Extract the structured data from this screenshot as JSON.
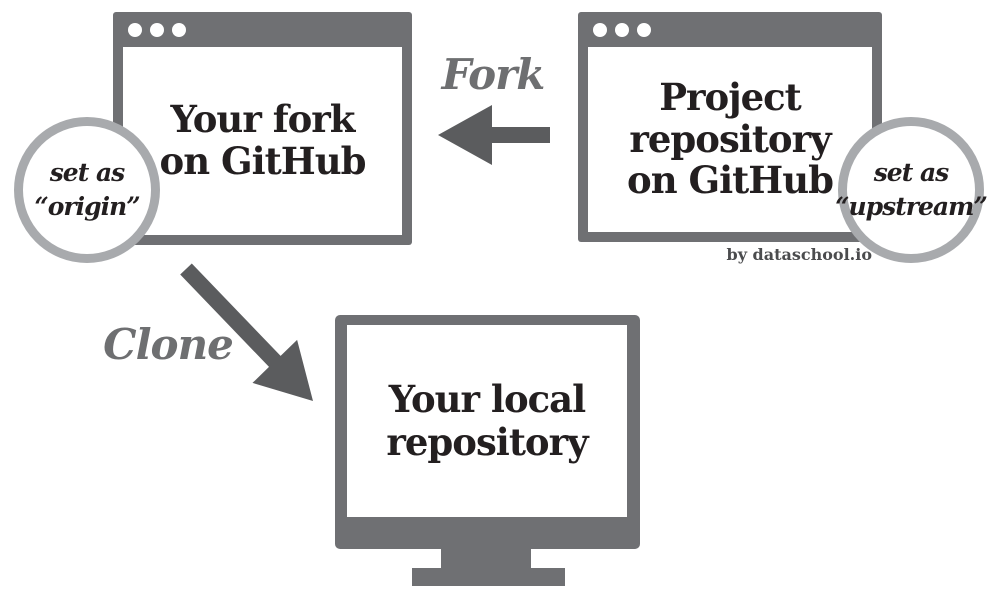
{
  "fork_window": {
    "title_lines": [
      "Your fork",
      "on GitHub"
    ],
    "badge": {
      "lines": [
        "set as",
        "“origin”"
      ]
    }
  },
  "project_window": {
    "title_lines": [
      "Project",
      "repository",
      "on GitHub"
    ],
    "badge": {
      "lines": [
        "set as",
        "“upstream”"
      ]
    },
    "credit": "by dataschool.io"
  },
  "local_repository": {
    "title_lines": [
      "Your local",
      "repository"
    ]
  },
  "labels": {
    "fork": "Fork",
    "clone": "Clone"
  },
  "icons": {
    "window_dots": "window-control-dots",
    "fork_arrow": "left-arrow",
    "clone_arrow": "down-right-arrow"
  },
  "colors": {
    "window_gray": "#6f7073",
    "arrow_gray": "#5b5c5e",
    "label_gray": "#6e6f71",
    "circle_border_gray": "#a8aaad",
    "text_dark": "#231f20",
    "credit_gray": "#4b4c4e",
    "background": "#ffffff"
  }
}
